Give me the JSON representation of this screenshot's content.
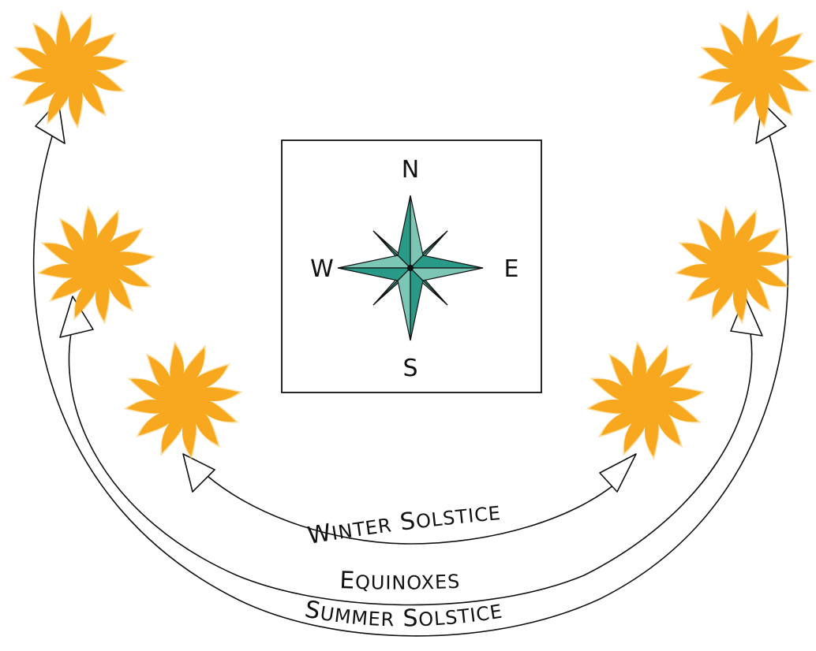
{
  "compass": {
    "north": "N",
    "south": "S",
    "east": "E",
    "west": "W",
    "star_color": "#2a9a88",
    "star_color_light": "#7cc6b6"
  },
  "paths": {
    "winter": {
      "first": "W",
      "rest_1": "INTER",
      "first_2": "S",
      "rest_2": "OLSTICE"
    },
    "equinox": {
      "first": "E",
      "rest_1": "QUINOXES"
    },
    "summer": {
      "first": "S",
      "rest_1": "UMMER",
      "first_2": "S",
      "rest_2": "OLSTICE"
    }
  },
  "sun": {
    "color": "#f7a81e",
    "glow": "#fbc258"
  }
}
